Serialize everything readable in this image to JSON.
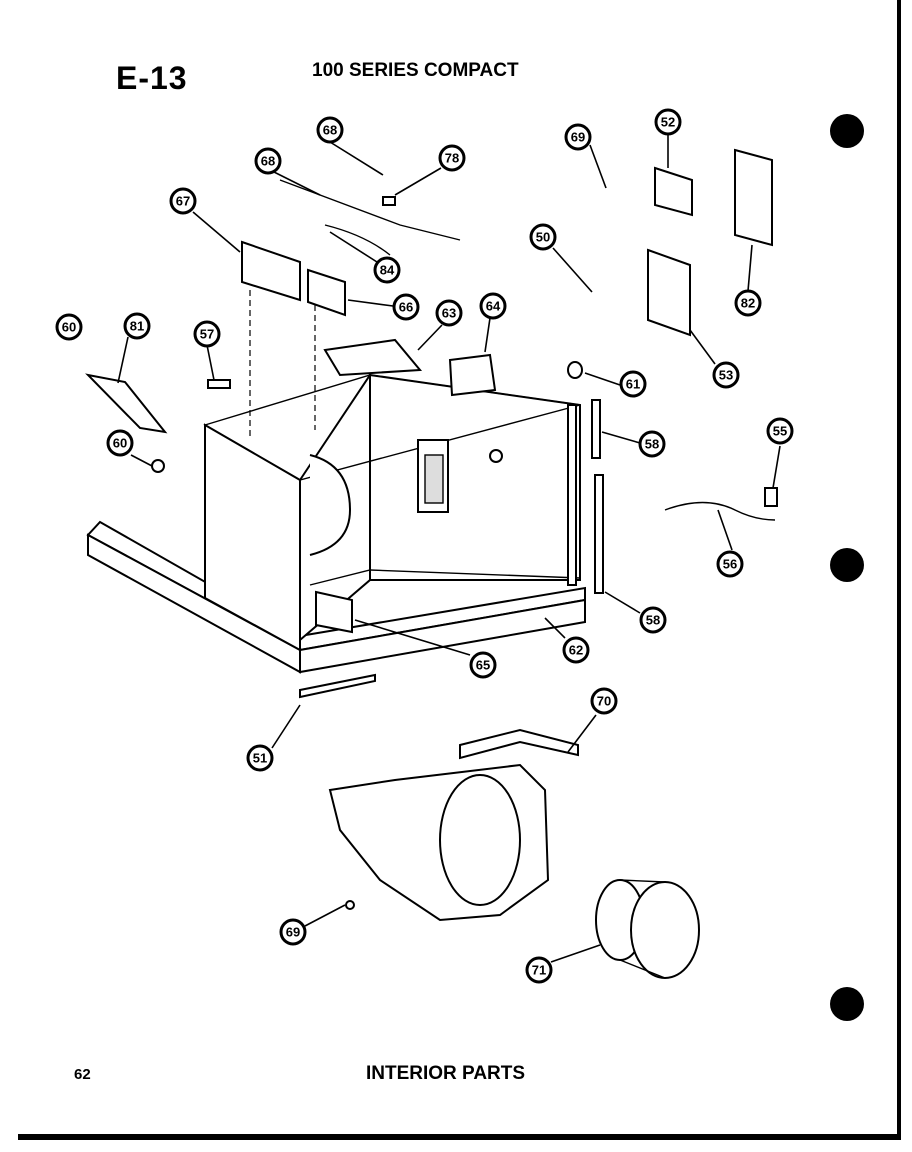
{
  "header": {
    "page_id": "E-13",
    "series_title": "100 SERIES COMPACT"
  },
  "footer": {
    "page_number": "62",
    "section_title": "INTERIOR PARTS"
  },
  "callouts": {
    "c52": "52",
    "c69a": "69",
    "c82": "82",
    "c50": "50",
    "c53": "53",
    "c68a": "68",
    "c68b": "68",
    "c78": "78",
    "c67": "67",
    "c84": "84",
    "c66": "66",
    "c63": "63",
    "c64": "64",
    "c61": "61",
    "c81": "81",
    "c57": "57",
    "c60a": "60",
    "c60b": "60",
    "c58a": "58",
    "c58b": "58",
    "c55": "55",
    "c56": "56",
    "c65": "65",
    "c62": "62",
    "c51": "51",
    "c70": "70",
    "c69b": "69",
    "c71": "71"
  }
}
